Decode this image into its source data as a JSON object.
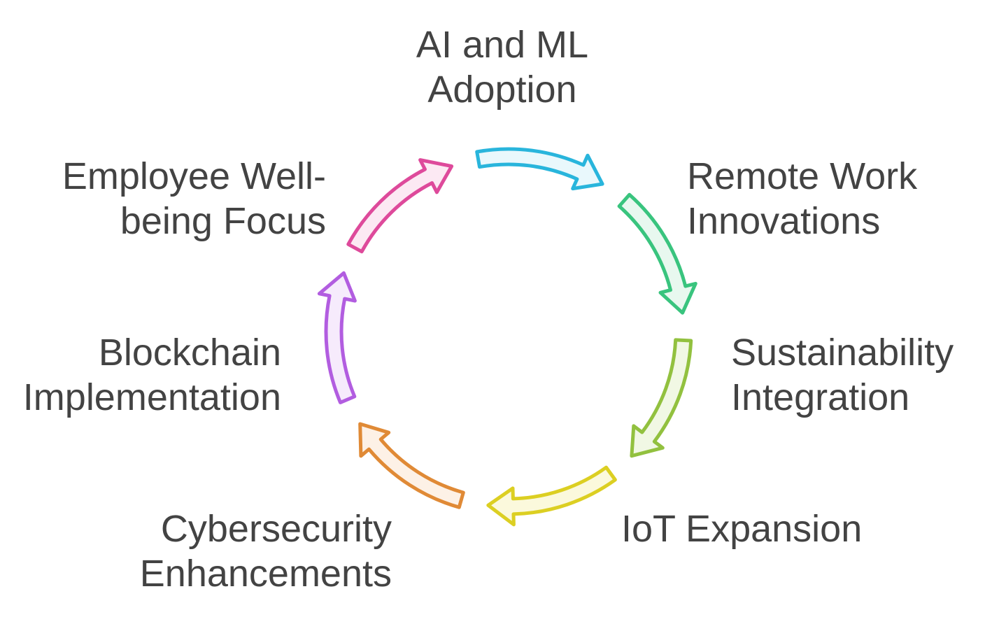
{
  "steps": [
    {
      "id": "ai-ml",
      "lines": [
        "AI and ML",
        "Adoption"
      ],
      "stroke": "#29b5dc",
      "fill": "#e9f8fc"
    },
    {
      "id": "remote-work",
      "lines": [
        "Remote Work",
        "Innovations"
      ],
      "stroke": "#39c47e",
      "fill": "#e8f8ef"
    },
    {
      "id": "sustainability",
      "lines": [
        "Sustainability",
        "Integration"
      ],
      "stroke": "#92c13f",
      "fill": "#f1f8e4"
    },
    {
      "id": "iot",
      "lines": [
        "IoT Expansion"
      ],
      "stroke": "#dccf22",
      "fill": "#fbf9dc"
    },
    {
      "id": "cybersecurity",
      "lines": [
        "Cybersecurity",
        "Enhancements"
      ],
      "stroke": "#e08a36",
      "fill": "#fdf1e6"
    },
    {
      "id": "blockchain",
      "lines": [
        "Blockchain",
        "Implementation"
      ],
      "stroke": "#b25de0",
      "fill": "#f6ebfc"
    },
    {
      "id": "wellbeing",
      "lines": [
        "Employee Well-",
        "being Focus"
      ],
      "stroke": "#de4a9b",
      "fill": "#fce9f3"
    }
  ]
}
